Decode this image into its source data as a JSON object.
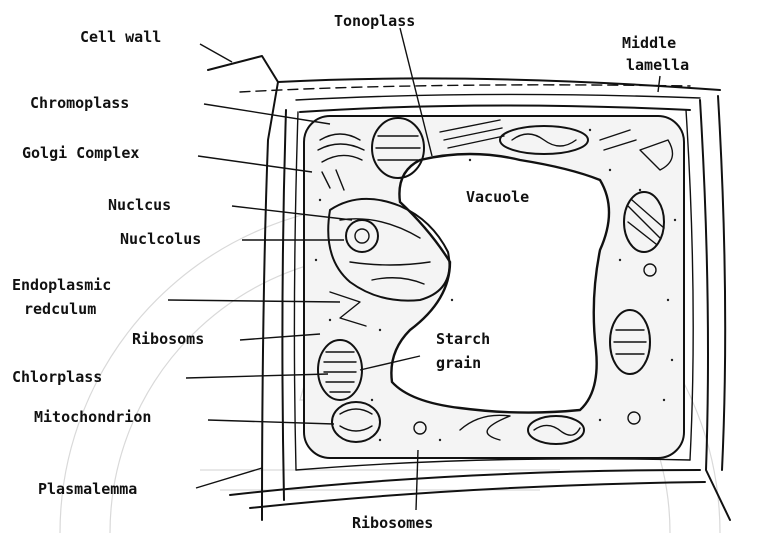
{
  "labels": {
    "cell_wall": "Cell wall",
    "tonoplass": "Tonoplass",
    "middle": "Middle",
    "lamella": "lamella",
    "chromoplass": "Chromoplass",
    "golgi_complex": "Golgi Complex",
    "nuclcus": "Nuclcus",
    "nuclcolus": "Nuclcolus",
    "endoplasmic": "Endoplasmic",
    "redculum": "redculum",
    "ribosoms": "Ribosoms",
    "chlorplass": "Chlorplass",
    "mitochondrion": "Mitochondrion",
    "plasmalemma": "Plasmalemma",
    "ribosomes": "Ribosomes",
    "vacuole": "Vacuole",
    "starch": "Starch",
    "grain": "grain"
  }
}
